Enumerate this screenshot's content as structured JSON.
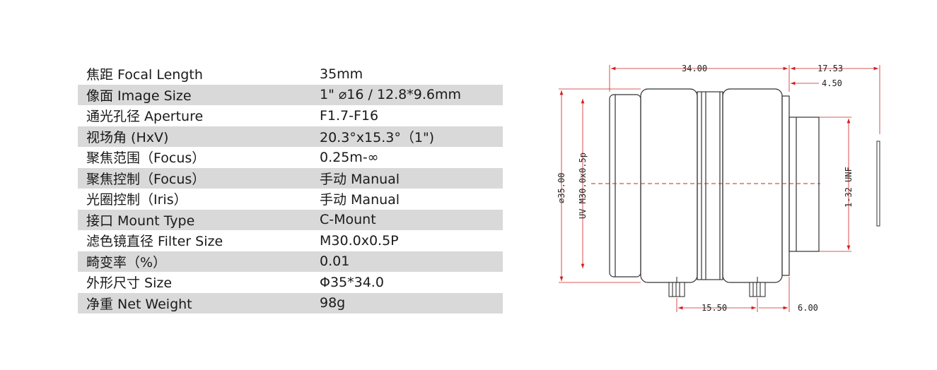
{
  "specs": [
    {
      "label": "焦距 Focal Length",
      "value": "35mm"
    },
    {
      "label": "像面 Image Size",
      "value": "1\"  ⌀16 / 12.8*9.6mm"
    },
    {
      "label": "通光孔径 Aperture",
      "value": "F1.7-F16"
    },
    {
      "label": "视场角     (HxV)",
      "value": "20.3°x15.3°（1\")"
    },
    {
      "label": "聚焦范围（Focus）",
      "value": "0.25m-∞"
    },
    {
      "label": "聚焦控制（Focus）",
      "value": "手动 Manual"
    },
    {
      "label": "光圈控制（Iris）",
      "value": "手动 Manual"
    },
    {
      "label": "接口 Mount Type",
      "value": "C-Mount"
    },
    {
      "label": "滤色镜直径  Filter Size",
      "value": "M30.0x0.5P"
    },
    {
      "label": "畸变率（%）",
      "value": "0.01"
    },
    {
      "label": "外形尺寸 Size",
      "value": "Φ35*34.0"
    },
    {
      "label": "净重 Net Weight",
      "value": "98g"
    }
  ],
  "drawing": {
    "dim_length": "34.00",
    "dim_mount_length": "17.53",
    "dim_thread_depth": "4.50",
    "dim_diameter": "⌀35.00",
    "dim_filter_thread": "UV M30.0x0.5p",
    "dim_mount_thread": "1-32 UNF",
    "dim_screw_spacing": "15.50",
    "dim_screw_offset": "6.00"
  }
}
